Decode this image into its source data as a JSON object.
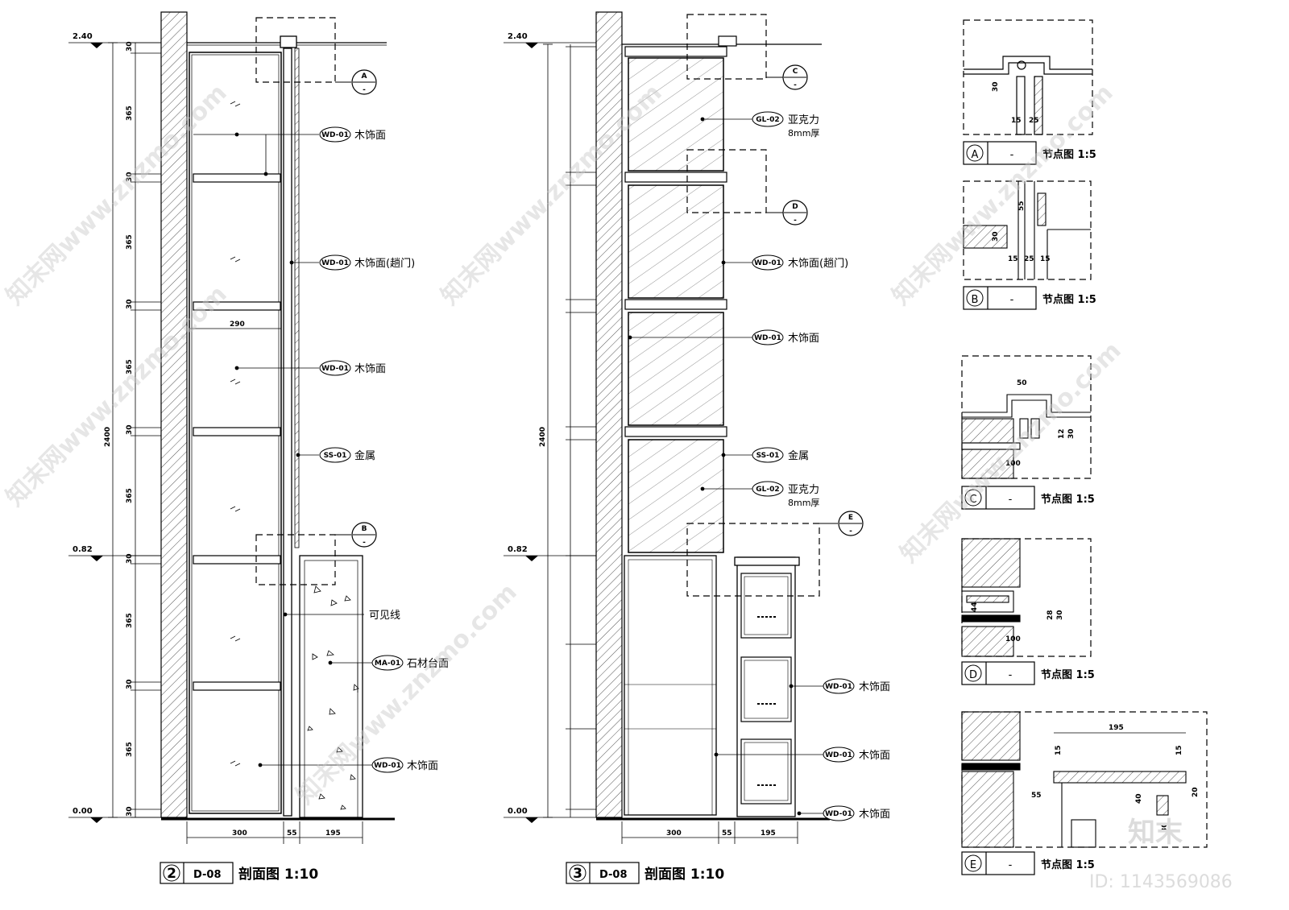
{
  "levels": {
    "top": "2.40",
    "mid": "0.82",
    "bottom": "0.00"
  },
  "section2": {
    "title_num": "2",
    "title_ref": "D-08",
    "title_text": "剖面图 1:10",
    "total_height": "2400",
    "vertical_dims": [
      "30",
      "365",
      "30",
      "365",
      "30",
      "365",
      "30",
      "365",
      "30",
      "365",
      "30",
      "365",
      "30"
    ],
    "bottom_dims": [
      "300",
      "55",
      "195"
    ],
    "inner_dim": "290",
    "callouts": [
      {
        "code": "WD-01",
        "text": "木饰面"
      },
      {
        "code": "WD-01",
        "text": "木饰面(趟门)"
      },
      {
        "code": "WD-01",
        "text": "木饰面"
      },
      {
        "code": "SS-01",
        "text": "金属"
      },
      {
        "code": "",
        "text": "可见线"
      },
      {
        "code": "MA-01",
        "text": "石材台面"
      },
      {
        "code": "WD-01",
        "text": "木饰面"
      }
    ],
    "detail_refs": [
      "A",
      "B"
    ]
  },
  "section3": {
    "title_num": "3",
    "title_ref": "D-08",
    "title_text": "剖面图 1:10",
    "total_height": "2400",
    "bottom_dims": [
      "300",
      "55",
      "195"
    ],
    "callouts": [
      {
        "code": "GL-02",
        "text": "亚克力",
        "text2": "8mm厚"
      },
      {
        "code": "WD-01",
        "text": "木饰面(趟门)"
      },
      {
        "code": "WD-01",
        "text": "木饰面"
      },
      {
        "code": "SS-01",
        "text": "金属"
      },
      {
        "code": "GL-02",
        "text": "亚克力",
        "text2": "8mm厚"
      },
      {
        "code": "WD-01",
        "text": "木饰面"
      },
      {
        "code": "WD-01",
        "text": "木饰面"
      },
      {
        "code": "WD-01",
        "text": "木饰面"
      }
    ],
    "detail_refs": [
      "C",
      "D",
      "E"
    ]
  },
  "details": [
    {
      "letter": "A",
      "title": "节点图 1:5"
    },
    {
      "letter": "B",
      "title": "节点图 1:5"
    },
    {
      "letter": "C",
      "title": "节点图 1:5"
    },
    {
      "letter": "D",
      "title": "节点图 1:5"
    },
    {
      "letter": "E",
      "title": "节点图 1:5"
    }
  ],
  "detail_dims": {
    "A": [
      "30",
      "15",
      "25"
    ],
    "B": [
      "30",
      "55",
      "15",
      "25",
      "15"
    ],
    "C": [
      "50",
      "12",
      "30",
      "100"
    ],
    "D": [
      "44",
      "28",
      "30",
      "100"
    ],
    "E": [
      "195",
      "15",
      "15",
      "55",
      "40",
      "30",
      "20"
    ]
  },
  "dash_symbol": "-",
  "watermark": "知末网www.znzmo.com",
  "brand": "知末",
  "id_text": "ID: 1143569086"
}
